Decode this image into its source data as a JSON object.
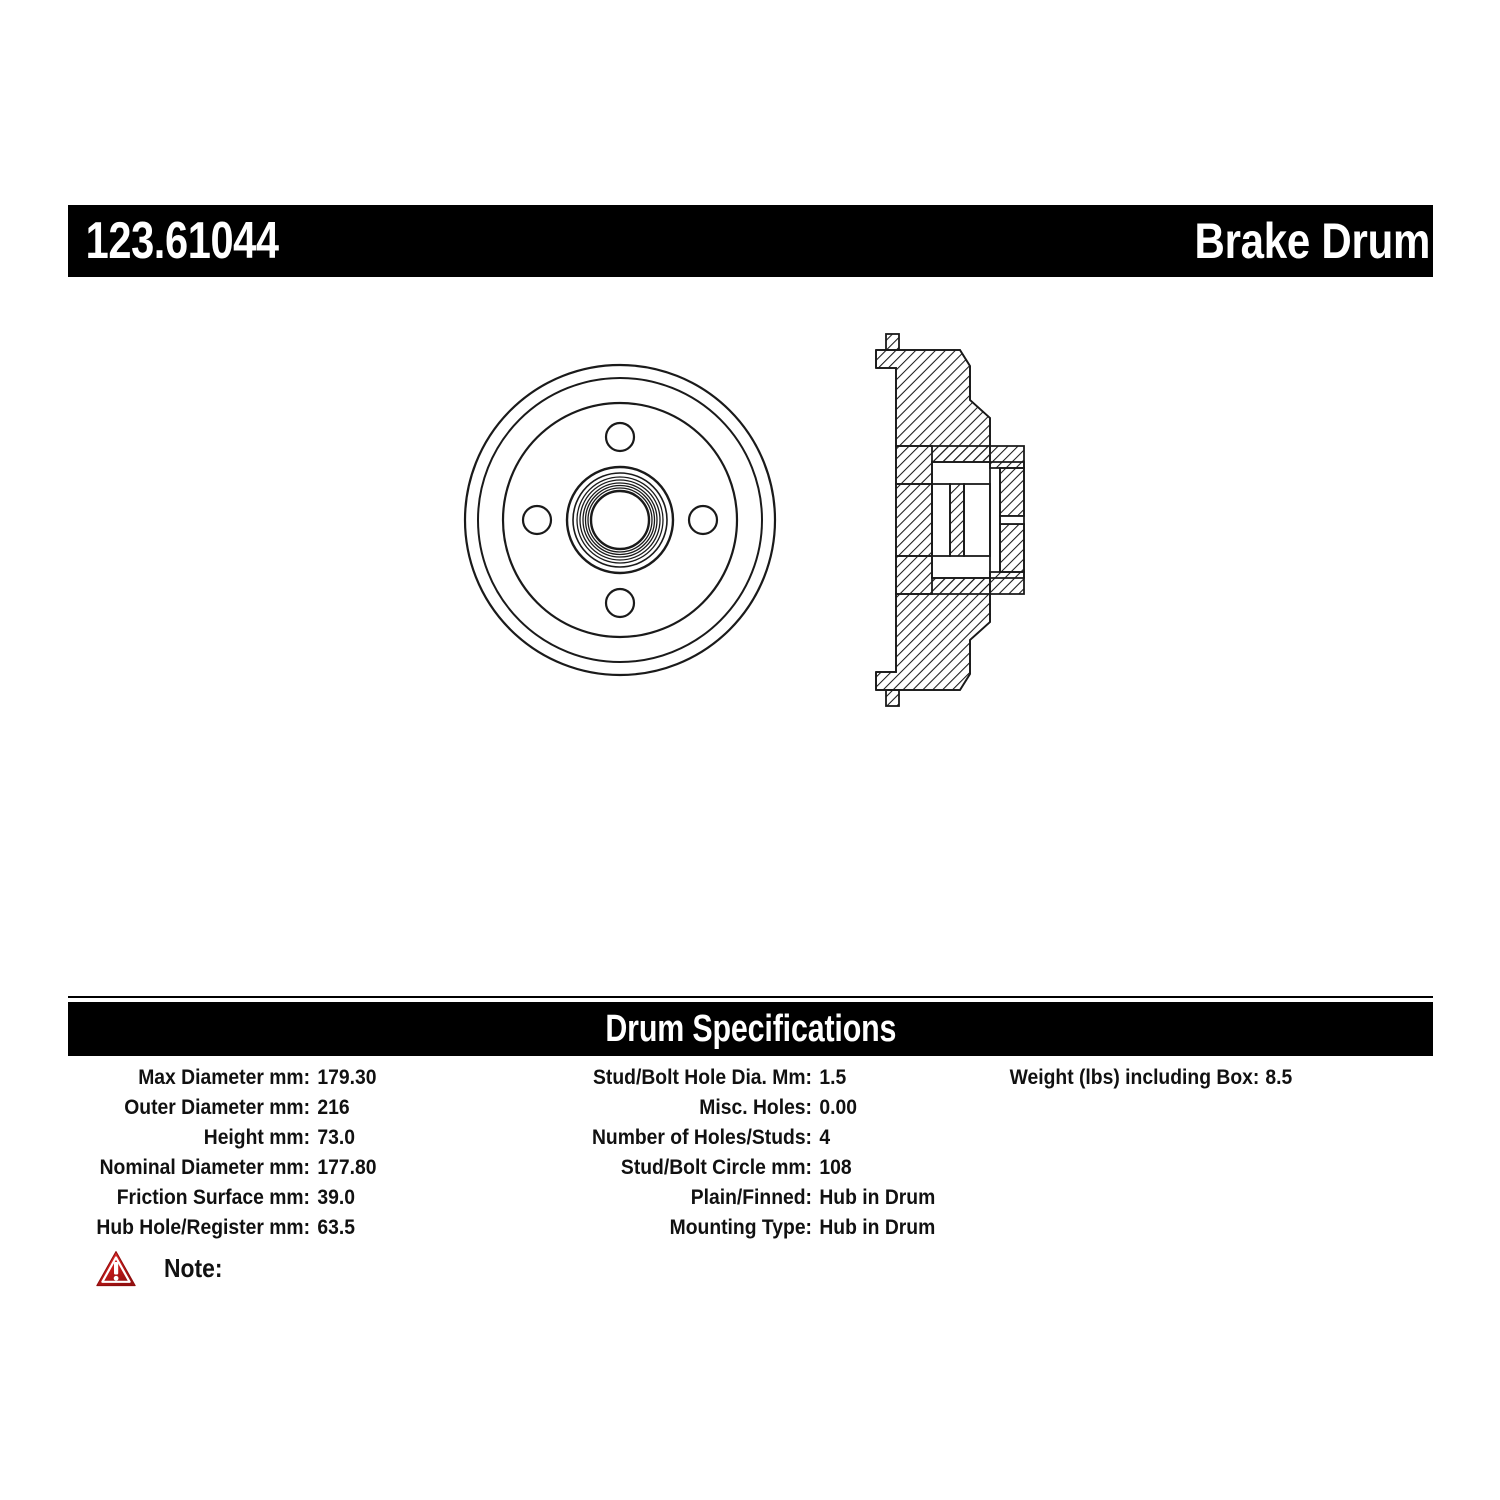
{
  "header": {
    "part_number": "123.61044",
    "product_type": "Brake Drum"
  },
  "drawing": {
    "front_view_name": "brake-drum-front-view",
    "section_view_name": "brake-drum-cross-section-view"
  },
  "specs": {
    "title": "Drum Specifications",
    "columns": [
      {
        "rows": [
          {
            "label": "Max Diameter mm:",
            "value": "179.30"
          },
          {
            "label": "Outer Diameter mm:",
            "value": "216"
          },
          {
            "label": "Height mm:",
            "value": "73.0"
          },
          {
            "label": "Nominal Diameter mm:",
            "value": "177.80"
          },
          {
            "label": "Friction Surface mm:",
            "value": "39.0"
          },
          {
            "label": "Hub Hole/Register mm:",
            "value": "63.5"
          }
        ]
      },
      {
        "rows": [
          {
            "label": "Stud/Bolt Hole Dia. Mm:",
            "value": "1.5"
          },
          {
            "label": "Misc. Holes:",
            "value": "0.00"
          },
          {
            "label": "Number of Holes/Studs:",
            "value": "4"
          },
          {
            "label": "Stud/Bolt Circle mm:",
            "value": "108"
          },
          {
            "label": "Plain/Finned:",
            "value": "Hub in Drum"
          },
          {
            "label": "Mounting Type:",
            "value": "Hub in Drum"
          }
        ]
      },
      {
        "rows": [
          {
            "label": "Weight (lbs) including Box:",
            "value": "8.5"
          }
        ]
      }
    ]
  },
  "note": {
    "icon": "warning-triangle-icon",
    "label": "Note:",
    "text": ""
  },
  "colors": {
    "bar_background": "#000000",
    "bar_text": "#ffffff",
    "body_text": "#111111",
    "page_background": "#ffffff",
    "warning_red": "#d42222",
    "warning_red_dark": "#9c0f0f"
  }
}
